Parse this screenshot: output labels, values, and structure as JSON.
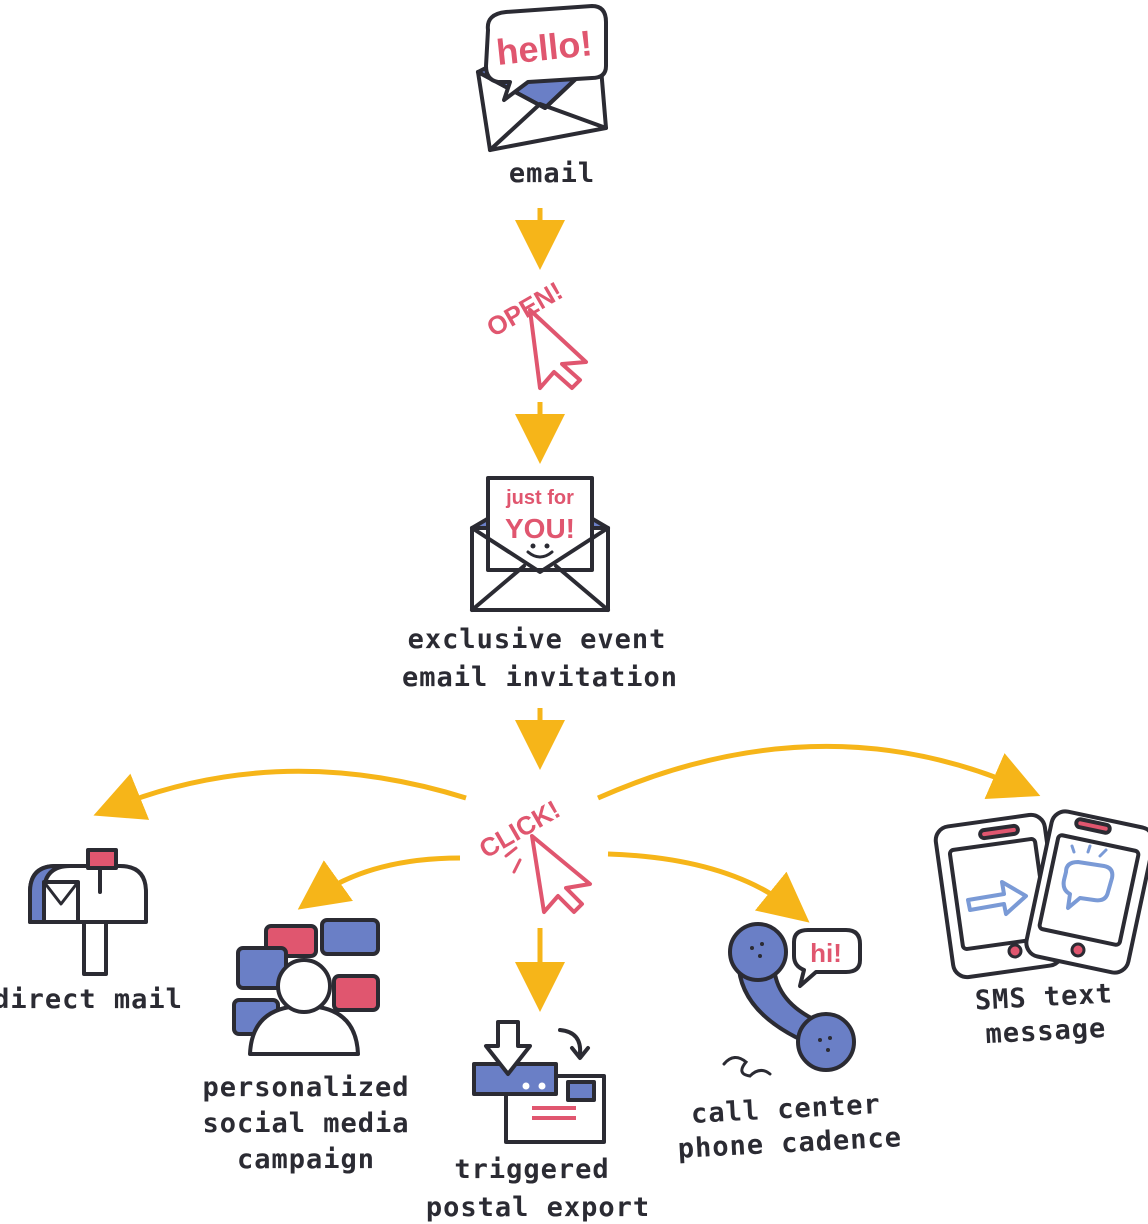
{
  "colors": {
    "arrow": "#f6b519",
    "ink": "#2b2b33",
    "pink": "#e0566f",
    "blue": "#6a7fc6",
    "light_blue": "#7a9ad6"
  },
  "nodes": {
    "email": {
      "label": "email",
      "bubble": "hello!"
    },
    "open": {
      "text": "OPEN!"
    },
    "invitation": {
      "card_line1": "just for",
      "card_line2": "YOU!",
      "label_line1": "exclusive event",
      "label_line2": "email invitation"
    },
    "click": {
      "text": "CLICK!"
    },
    "direct_mail": {
      "label": "direct mail"
    },
    "social": {
      "label_line1": "personalized",
      "label_line2": "social media",
      "label_line3": "campaign"
    },
    "postal": {
      "label_line1": "triggered",
      "label_line2": "postal export"
    },
    "call_center": {
      "bubble": "hi!",
      "label_line1": "call center",
      "label_line2": "phone cadence"
    },
    "sms": {
      "label_line1": "SMS text",
      "label_line2": "message"
    }
  }
}
